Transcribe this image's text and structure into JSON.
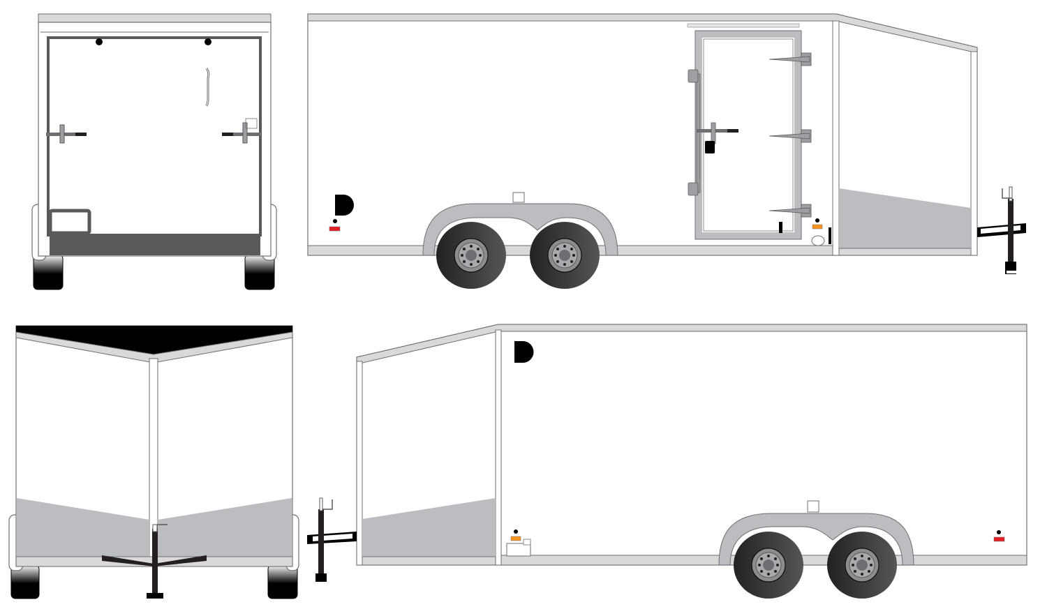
{
  "title": "",
  "views": [
    {
      "name": "rear-view"
    },
    {
      "name": "left-side-view"
    },
    {
      "name": "front-view"
    },
    {
      "name": "right-side-view"
    }
  ],
  "colors": {
    "body": "#ffffff",
    "outline": "#6d6e71",
    "trim": "#c6c6c6",
    "stoneguard": "#bcbdc0",
    "door_frame": "#58595b",
    "tire": "#000000",
    "rim": "#8a8c8e",
    "marker_red": "#e31e24",
    "marker_amber": "#f7941d"
  }
}
